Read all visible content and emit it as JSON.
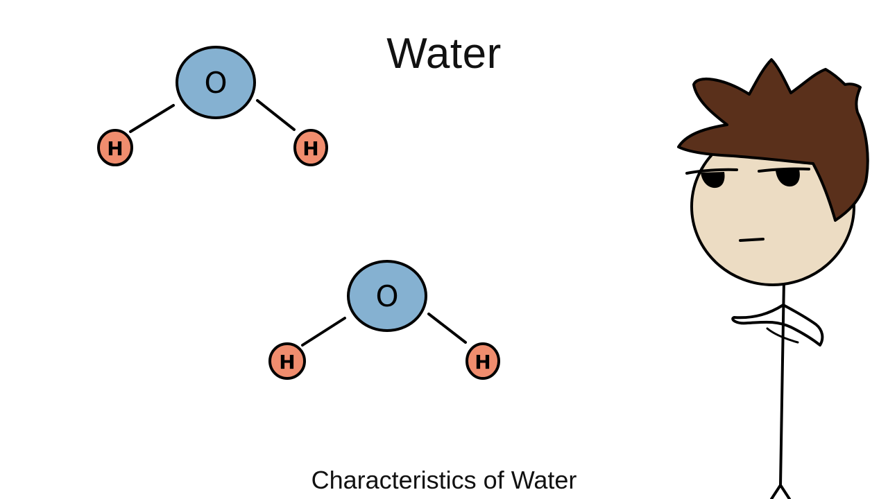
{
  "title": "Water",
  "caption": "Characteristics of Water",
  "molecules": [
    {
      "oxygen_label": "O",
      "hydrogen_left_label": "H",
      "hydrogen_right_label": "H"
    },
    {
      "oxygen_label": "O",
      "hydrogen_left_label": "H",
      "hydrogen_right_label": "H"
    }
  ],
  "colors": {
    "oxygen": "#85b1d1",
    "hydrogen": "#f08d6e",
    "hair": "#5a301b",
    "skin": "#ecdcc3",
    "outline": "#000000"
  }
}
